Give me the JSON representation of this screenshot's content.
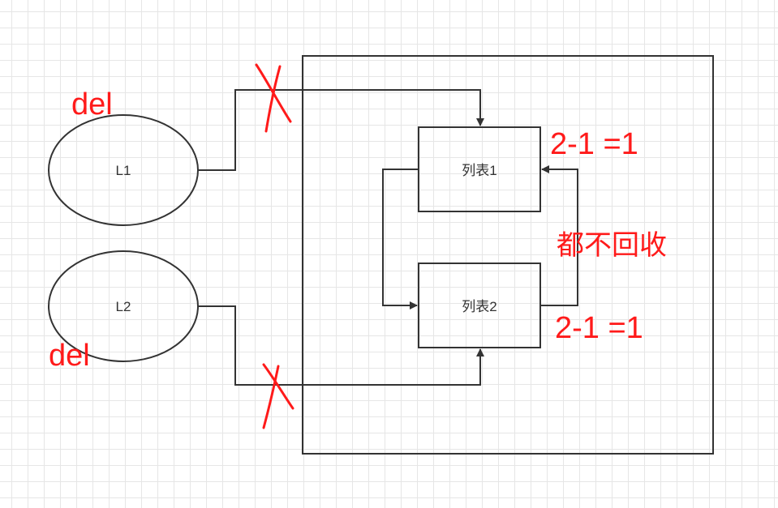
{
  "colors": {
    "stroke": "#333333",
    "annotation": "#ff1a1a"
  },
  "nodes": {
    "l1": "L1",
    "l2": "L2",
    "list1": "列表1",
    "list2": "列表2"
  },
  "annotations": {
    "del_top": "del",
    "del_bottom": "del",
    "count_list1": "2-1 =1",
    "count_list2": "2-1 =1",
    "not_collected": "都不回收"
  }
}
